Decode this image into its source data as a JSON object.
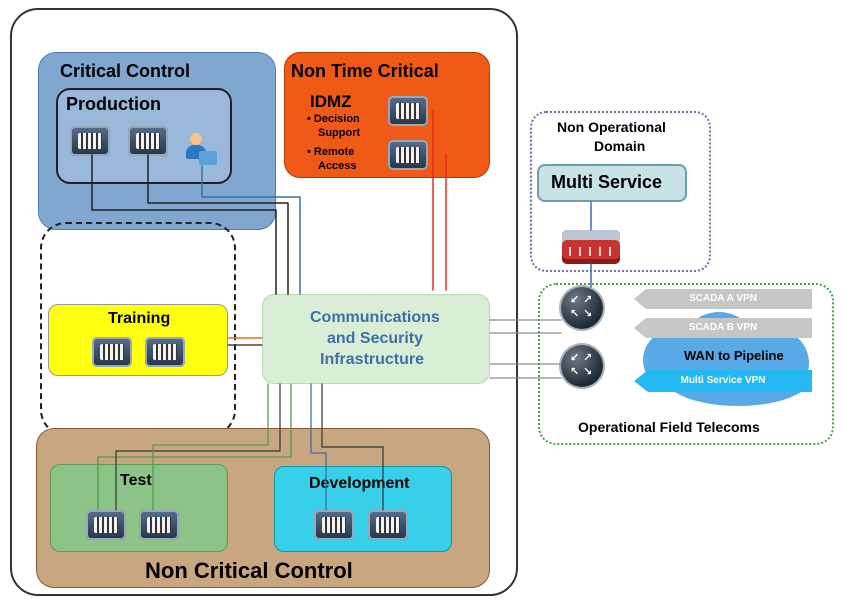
{
  "diagram": {
    "critical_control": "Critical Control",
    "production": "Production",
    "non_time_critical": "Non Time Critical",
    "idmz": "IDMZ",
    "idmz_items": [
      "• Decision",
      "Support",
      "• Remote",
      "Access"
    ],
    "training": "Training",
    "communications_lines": [
      "Communications",
      "and Security",
      "Infrastructure"
    ],
    "non_operational_lines": [
      "Non Operational",
      "Domain"
    ],
    "multi_service": "Multi Service",
    "scada_a_vpn": "SCADA A VPN",
    "scada_b_vpn": "SCADA B VPN",
    "wan_to_pipeline": "WAN to Pipeline",
    "multi_service_vpn": "Multi Service VPN",
    "operational_field_telecoms": "Operational Field Telecoms",
    "test": "Test",
    "development": "Development",
    "non_critical_control": "Non Critical Control"
  },
  "colors": {
    "critical_control": "#7fa7cf",
    "non_time_critical": "#f05a16",
    "training": "#ffff10",
    "communications": "#d8efd6",
    "non_critical_control": "#c8a680",
    "test": "#8cc488",
    "development": "#37d0e8",
    "operational_border": "#4d9e4c",
    "non_operational_border": "#6b6fc1"
  },
  "icons": {
    "server": "server-icon",
    "router": "router-icon",
    "firewall": "firewall-icon",
    "person": "operator-workstation-icon",
    "cloud": "cloud-icon"
  }
}
